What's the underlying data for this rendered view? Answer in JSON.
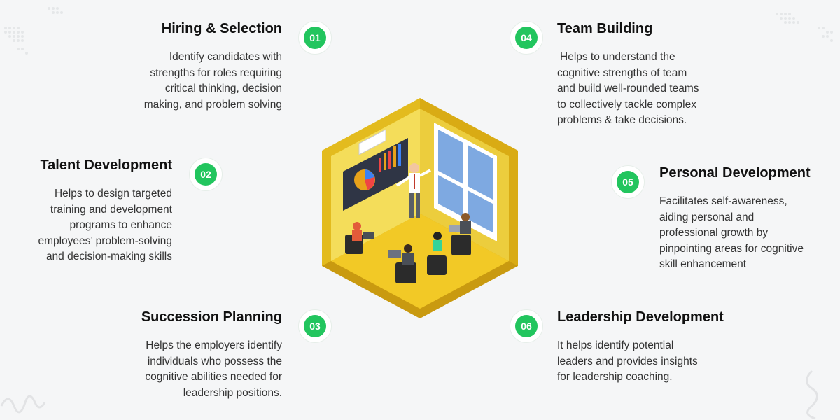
{
  "accent_color": "#22c55e",
  "items": [
    {
      "number": "01",
      "title": "Hiring & Selection",
      "desc": [
        "Identify candidates with",
        "strengths for roles requiring",
        "critical thinking, decision",
        "making, and problem solving"
      ]
    },
    {
      "number": "02",
      "title": "Talent Development",
      "desc": [
        "Helps to design targeted",
        "training and development",
        "programs to enhance",
        "employees’ problem-solving",
        "and decision-making skills"
      ]
    },
    {
      "number": "03",
      "title": "Succession Planning",
      "desc": [
        "Helps the employers identify",
        "individuals who possess the",
        "cognitive abilities needed for",
        "leadership positions."
      ]
    },
    {
      "number": "04",
      "title": "Team Building",
      "desc": [
        "Helps to understand the",
        "cognitive strengths of team",
        "and build well-rounded teams",
        "to collectively tackle complex",
        "problems & take decisions."
      ]
    },
    {
      "number": "05",
      "title": "Personal Development",
      "desc": [
        "Facilitates self-awareness,",
        "aiding personal and",
        "professional growth by",
        "pinpointing areas for cognitive",
        "skill enhancement"
      ]
    },
    {
      "number": "06",
      "title": "Leadership Development",
      "desc": [
        "It helps identify potential",
        "leaders and provides insights",
        "for leadership coaching."
      ]
    }
  ],
  "illustration": "isometric-meeting-room"
}
